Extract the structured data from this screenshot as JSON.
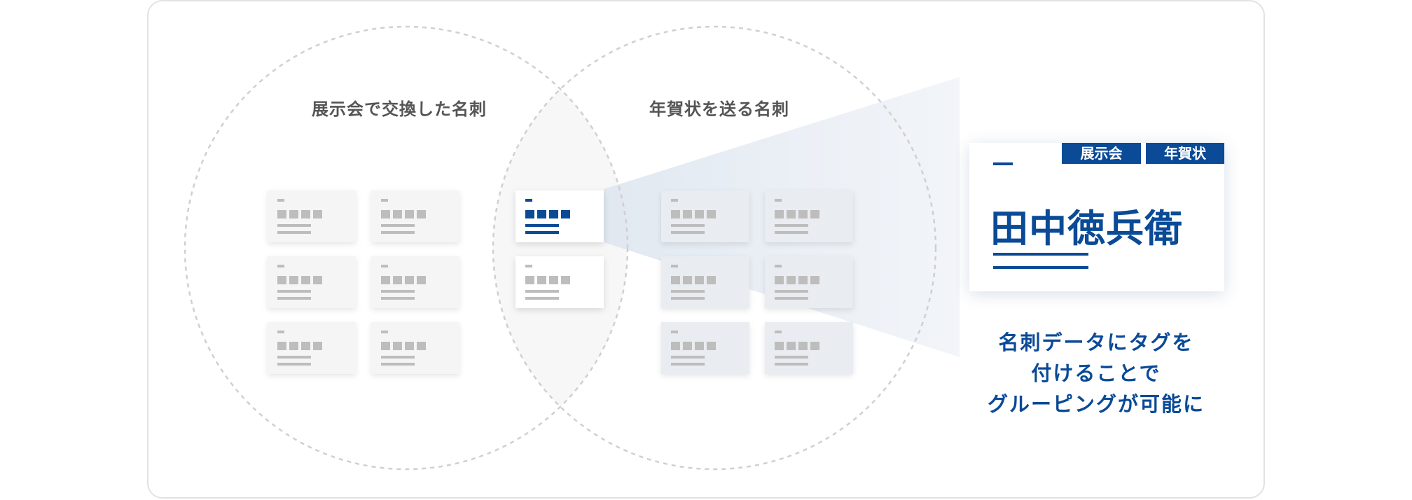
{
  "venn": {
    "left_label": "展示会で交換した名刺",
    "right_label": "年賀状を送る名刺",
    "colors": {
      "circle_stroke": "#d0d0d0",
      "overlap_fill": "#f7f7f7",
      "beam": "#dfe7f0"
    }
  },
  "detail_card": {
    "tags": [
      "展示会",
      "年賀状"
    ],
    "name": "田中徳兵衛"
  },
  "caption": {
    "lines": [
      "名刺データにタグを",
      "付けることで",
      "グルーピングが可能に"
    ]
  },
  "colors": {
    "accent": "#0a4a96",
    "placeholder": "#bdbdbd",
    "border": "#e2e2e2"
  }
}
